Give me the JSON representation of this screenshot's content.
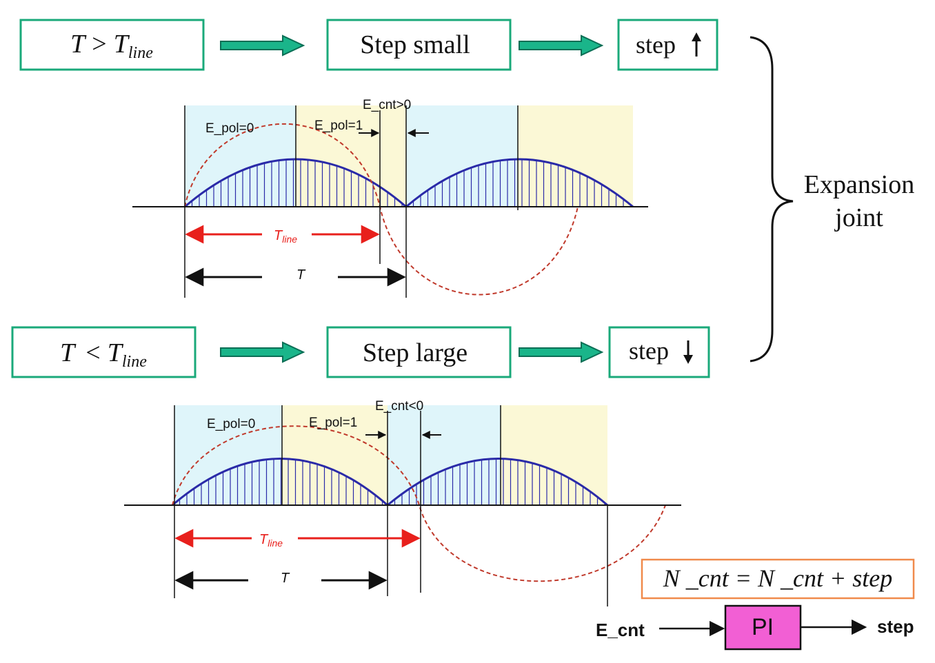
{
  "colors": {
    "box_border": "#1aa97a",
    "arrow_fill": "#1ab58a",
    "arrow_stroke": "#0b6e55",
    "cyan_region": "#dff5fa",
    "yellow_region": "#fbf8d6",
    "waveform": "#2a2aa8",
    "dashed_curve": "#c0392b",
    "tline_arrow": "#e8201c",
    "formula_border": "#f08a4b",
    "pi_fill": "#f25fd4"
  },
  "top": {
    "condition": {
      "T": "T",
      "op": ">",
      "Tline_main": "T",
      "Tline_sub": "line"
    },
    "result": "Step small",
    "step_label": "step",
    "step_direction": "up",
    "e_cnt_label": "E_cnt>0",
    "e_pol0_label": "E_pol=0",
    "e_pol1_label": "E_pol=1",
    "tline_main": "T",
    "tline_sub": "line",
    "t_label": "T"
  },
  "bottom": {
    "condition": {
      "T": "T",
      "op": "<",
      "Tline_main": "T",
      "Tline_sub": "line"
    },
    "result": "Step large",
    "step_label": "step",
    "step_direction": "down",
    "e_cnt_label": "E_cnt<0",
    "e_pol0_label": "E_pol=0",
    "e_pol1_label": "E_pol=1",
    "tline_main": "T",
    "tline_sub": "line",
    "t_label": "T"
  },
  "brace_label": {
    "line1": "Expansion",
    "line2": "joint"
  },
  "formula": {
    "part1": "N _cnt = N _cnt + step"
  },
  "pi_block": {
    "input": "E_cnt",
    "label": "PI",
    "output": "step"
  }
}
